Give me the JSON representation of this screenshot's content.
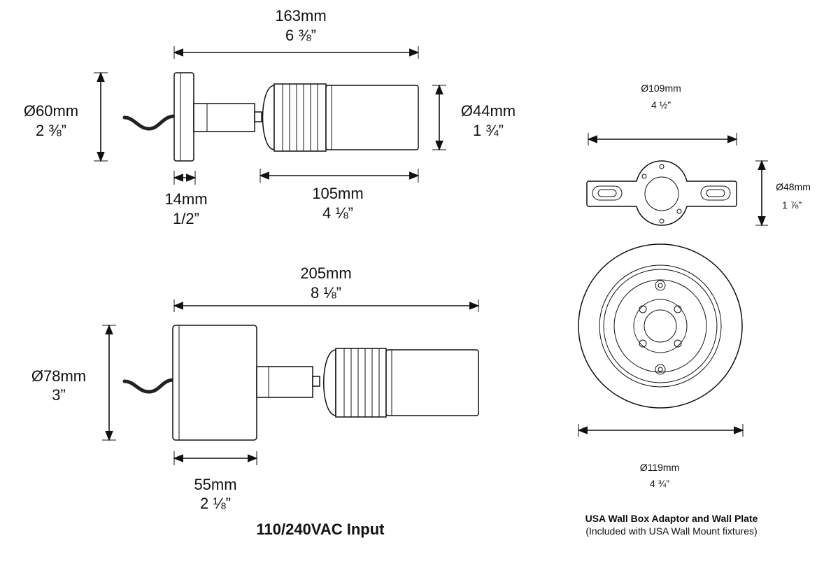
{
  "top_fixture": {
    "overall_length": {
      "mm": "163mm",
      "inch": "6 ⅜”"
    },
    "base_diameter": {
      "mm": "Ø60mm",
      "inch": "2 ⅜”"
    },
    "head_diameter": {
      "mm": "Ø44mm",
      "inch": "1 ¾”"
    },
    "base_depth": {
      "mm": "14mm",
      "inch": "1/2”"
    },
    "head_length": {
      "mm": "105mm",
      "inch": "4 ⅛”"
    }
  },
  "bottom_fixture": {
    "overall_length": {
      "mm": "205mm",
      "inch": "8 ⅛”"
    },
    "base_diameter": {
      "mm": "Ø78mm",
      "inch": "3”"
    },
    "base_depth": {
      "mm": "55mm",
      "inch": "2 ⅛”"
    },
    "caption": "110/240VAC Input"
  },
  "adaptor": {
    "width": {
      "mm": "Ø109mm",
      "inch": "4 ½”"
    },
    "height": {
      "mm": "Ø48mm",
      "inch": "1 ⅞”"
    }
  },
  "wall_plate": {
    "diameter": {
      "mm": "Ø119mm",
      "inch": "4 ¾”"
    },
    "caption_title": "USA Wall Box Adaptor and Wall Plate",
    "caption_note": "(Included with USA Wall Mount fixtures)"
  }
}
